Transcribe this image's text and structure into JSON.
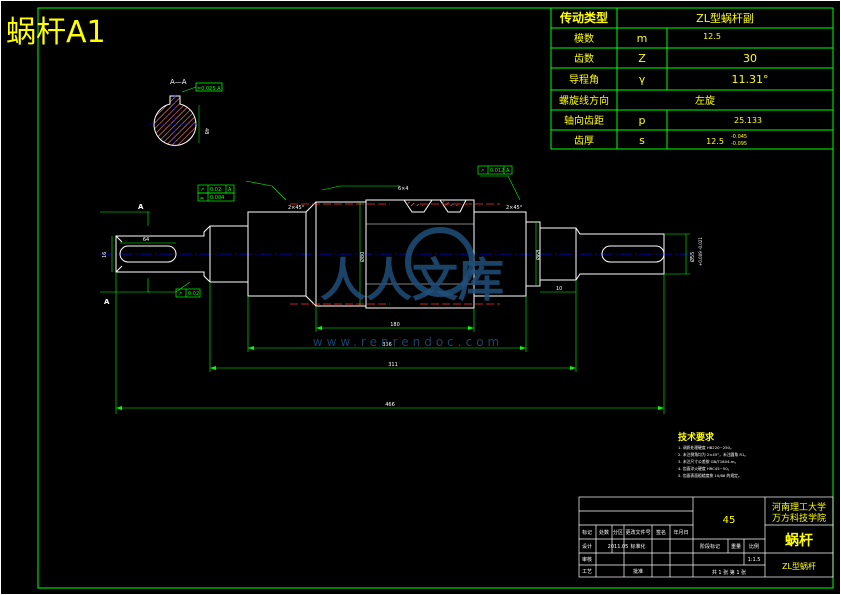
{
  "sheet": {
    "title": "蜗杆A1",
    "line_color": "#00ff00",
    "text_color": "#ffff00",
    "center_line_color": "#0000ff",
    "hidden_line_color": "#ff0000",
    "background": "#000000"
  },
  "params": {
    "header": {
      "label": "传动类型",
      "value": "ZL型蜗杆副"
    },
    "rows": [
      {
        "label": "模数",
        "symbol": "m",
        "value": "12.5"
      },
      {
        "label": "齿数",
        "symbol": "Z",
        "value": "30"
      },
      {
        "label": "导程角",
        "symbol": "γ",
        "value": "11.31°"
      },
      {
        "label": "螺旋线方向",
        "symbol": "",
        "value": "左旋"
      },
      {
        "label": "轴向齿距",
        "symbol": "p",
        "value": "25.133"
      },
      {
        "label": "齿厚",
        "symbol": "s",
        "value": "12.5",
        "tol_upper": "-0.045",
        "tol_lower": "-0.095"
      }
    ]
  },
  "section_view": {
    "label": "A—A",
    "tolerance": "=0.025 A",
    "dimension": "48"
  },
  "main_view": {
    "dimensions": {
      "keyway_length": "64",
      "keyway_width": "16",
      "length_336": "336",
      "length_311": "311",
      "overall_length": "466",
      "length_180": "180",
      "offset_10": "10",
      "shaft_dia_right": "Ø55",
      "shaft_tol_right": "+0.009 -0.021",
      "small_2x45_a": "2×45°",
      "small_2x45_b": "2×45°",
      "angle_label": "6×4",
      "dia_mid": "Ø80",
      "dia_shoulder": "Ø68"
    },
    "tolerance_frames": [
      {
        "id": "runout_a",
        "symbol": "↗",
        "value": "0.02",
        "datum": "A"
      },
      {
        "id": "flatness",
        "symbol": "⌓",
        "value": "0.004",
        "datum": ""
      },
      {
        "id": "runout_top",
        "symbol": "↗",
        "value": "0.012",
        "datum": "A"
      },
      {
        "id": "runout_bottom",
        "symbol": "↗",
        "value": "0.02",
        "datum": ""
      }
    ],
    "section_marks": [
      "A",
      "A"
    ]
  },
  "tech_notes": {
    "title": "技术要求",
    "items": [
      "1. 调质处理硬度 HB220~250。",
      "2. 未注倒角均为 2×45°，未注圆角 R1。",
      "3. 未注尺寸公差按 GB/T1804-m。",
      "4. 齿面淬火硬度 HRC45~50。",
      "5. 齿面表面粗糙度按 10/88 的规定。"
    ]
  },
  "title_block": {
    "material": "45",
    "school_line1": "河南理工大学",
    "school_line2": "万方科技学院",
    "part_name": "蜗杆",
    "drawing_no": "ZL型蜗杆",
    "scale": "1:1.5",
    "sheet_info": "共 1 张  第 1 张",
    "hdr_mark": "标记",
    "hdr_count": "处数",
    "hdr_zone": "分区",
    "hdr_docno": "更改文件号",
    "hdr_sign": "签名",
    "hdr_date": "年月日",
    "row_design": "设计",
    "row_std": "标准化",
    "row_review": "审核",
    "row_process": "工艺",
    "row_approve": "批准",
    "stage_label": "阶段标记",
    "weight_label": "重量",
    "scale_label": "比例",
    "design_date": "2011.05"
  },
  "watermark": {
    "text": "人人文库",
    "url": "www.renrendoc.com"
  }
}
